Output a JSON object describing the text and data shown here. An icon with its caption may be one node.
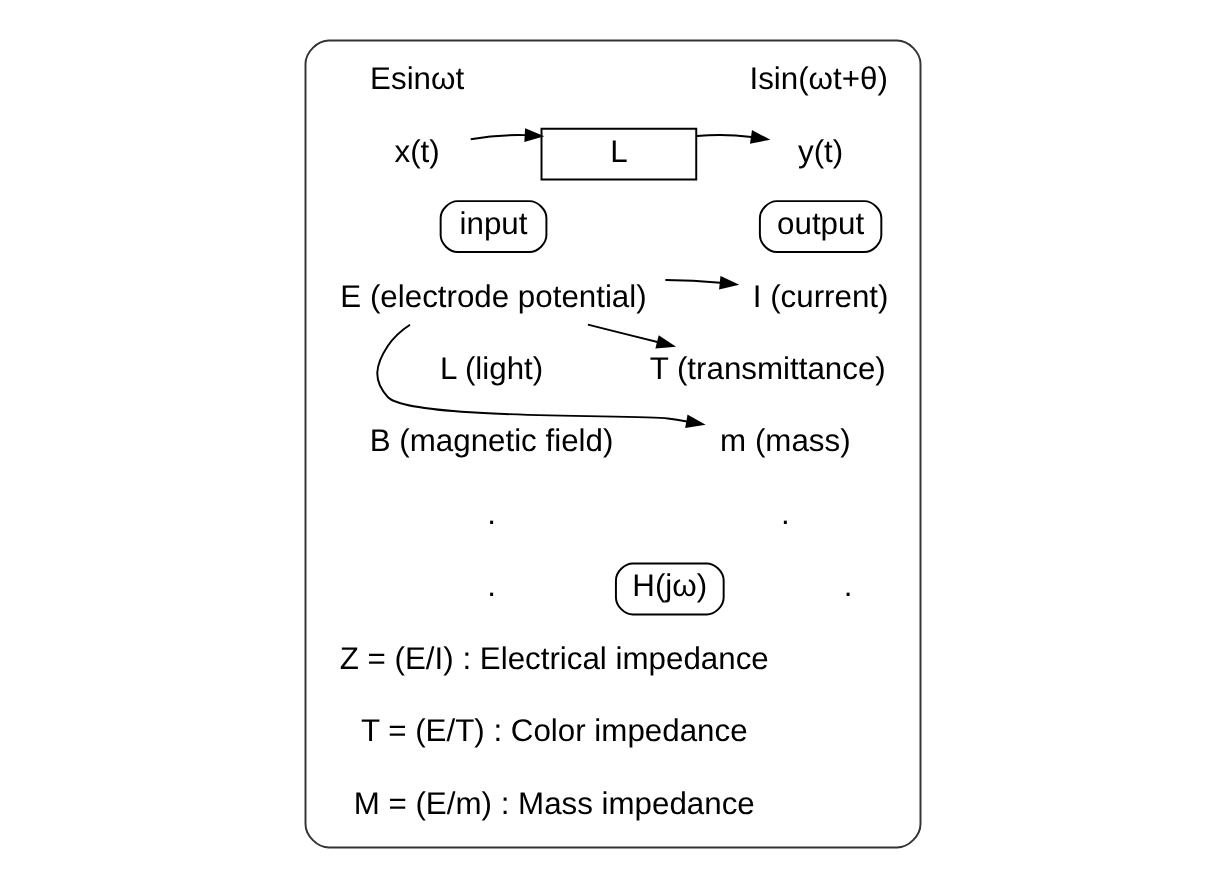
{
  "diagram": {
    "nodes": [
      {
        "text": [],
        "shape": "box"
      },
      {
        "text": [
          "x(t)"
        ],
        "in": 0
      },
      {
        "text": [
          "L"
        ],
        "in": 0
      },
      {
        "text": [
          "y(t)"
        ],
        "in": 0
      },
      {
        "text": [
          "input"
        ],
        "in": 0
      },
      {
        "text": [
          "output"
        ],
        "in": 0
      },
      {
        "text": [
          "E (electrode potential)"
        ],
        "in": 0
      },
      {
        "text": [
          "I (current)"
        ],
        "in": 0
      },
      {
        "text": [
          "T (transmittance)"
        ],
        "in": 0
      },
      {
        "text": [
          "m (mass)"
        ],
        "in": 0
      },
      {
        "text": [
          "H(jω)"
        ],
        "in": 0
      }
    ],
    "edges": [
      {
        "from": 1,
        "to": 2,
        "arrow": "to"
      },
      {
        "from": 2,
        "to": 3,
        "arrow": "to"
      },
      {
        "from": 6,
        "to": 7,
        "arrow": "to"
      },
      {
        "from": 6,
        "to": 8,
        "arrow": "to"
      },
      {
        "from": 6,
        "to": 9,
        "arrow": "to"
      }
    ],
    "labels": [
      "Esinωt",
      "Isin(ωt+θ)",
      "L (light)",
      "B (magnetic field)",
      ".",
      ".",
      ".",
      ".",
      "Z = (E/I) : Electrical impedance",
      "T = (E/T) : Color impedance",
      "M = (E/m) : Mass impedance"
    ]
  }
}
